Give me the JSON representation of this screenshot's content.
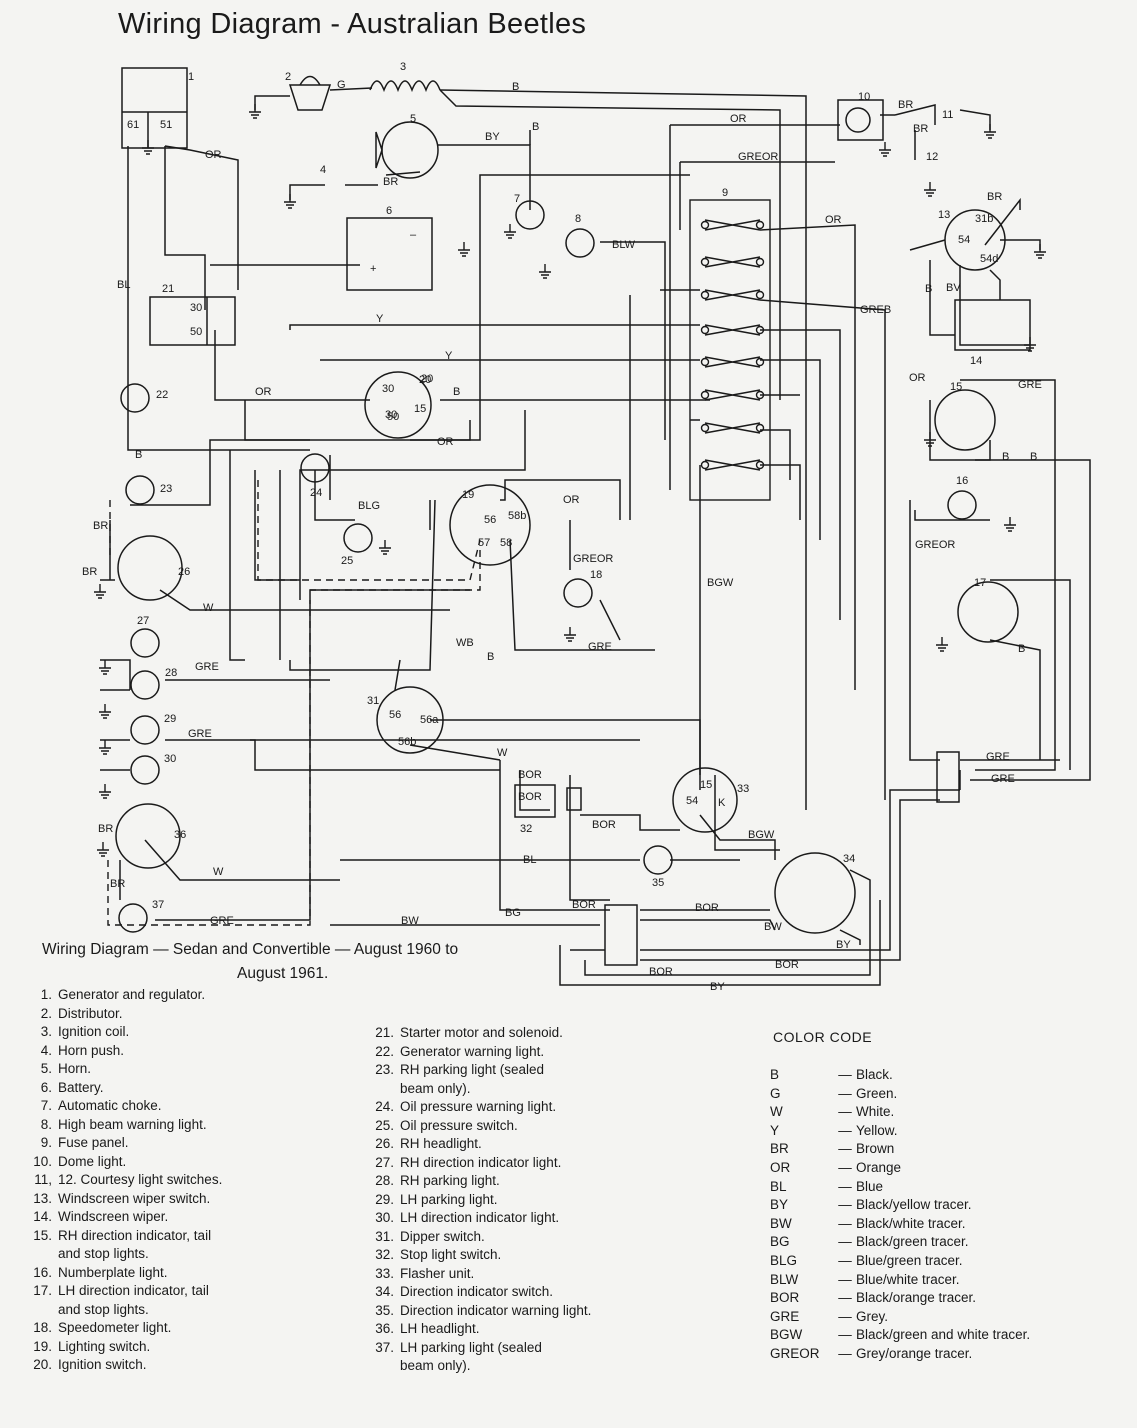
{
  "title": "Wiring Diagram - Australian Beetles",
  "caption": {
    "line1": "Wiring Diagram — Sedan and Convertible — August 1960 to",
    "line2": "August 1961."
  },
  "legend_left": [
    {
      "n": "1.",
      "text": "Generator and regulator."
    },
    {
      "n": "2.",
      "text": "Distributor."
    },
    {
      "n": "3.",
      "text": "Ignition coil."
    },
    {
      "n": "4.",
      "text": "Horn push."
    },
    {
      "n": "5.",
      "text": "Horn."
    },
    {
      "n": "6.",
      "text": "Battery."
    },
    {
      "n": "7.",
      "text": "Automatic choke."
    },
    {
      "n": "8.",
      "text": "High beam warning light."
    },
    {
      "n": "9.",
      "text": "Fuse panel."
    },
    {
      "n": "10.",
      "text": "Dome light."
    },
    {
      "n": "11,",
      "text": "12. Courtesy light switches."
    },
    {
      "n": "13.",
      "text": "Windscreen wiper switch."
    },
    {
      "n": "14.",
      "text": "Windscreen wiper."
    },
    {
      "n": "15.",
      "text": "RH direction indicator, tail"
    },
    {
      "n": "",
      "text": "and stop lights."
    },
    {
      "n": "16.",
      "text": "Numberplate light."
    },
    {
      "n": "17.",
      "text": "LH direction indicator, tail"
    },
    {
      "n": "",
      "text": "and stop lights."
    },
    {
      "n": "18.",
      "text": "Speedometer light."
    },
    {
      "n": "19.",
      "text": "Lighting switch."
    },
    {
      "n": "20.",
      "text": "Ignition switch."
    }
  ],
  "legend_right": [
    {
      "n": "21.",
      "text": "Starter motor and solenoid."
    },
    {
      "n": "22.",
      "text": "Generator warning light."
    },
    {
      "n": "23.",
      "text": "RH parking light (sealed"
    },
    {
      "n": "",
      "text": "beam only)."
    },
    {
      "n": "24.",
      "text": "Oil pressure warning light."
    },
    {
      "n": "25.",
      "text": "Oil pressure switch."
    },
    {
      "n": "26.",
      "text": "RH headlight."
    },
    {
      "n": "27.",
      "text": "RH direction indicator light."
    },
    {
      "n": "28.",
      "text": "RH parking light."
    },
    {
      "n": "29.",
      "text": "LH parking light."
    },
    {
      "n": "30.",
      "text": "LH direction indicator light."
    },
    {
      "n": "31.",
      "text": "Dipper switch."
    },
    {
      "n": "32.",
      "text": "Stop light switch."
    },
    {
      "n": "33.",
      "text": "Flasher unit."
    },
    {
      "n": "34.",
      "text": "Direction indicator switch."
    },
    {
      "n": "35.",
      "text": "Direction indicator warning light."
    },
    {
      "n": "36.",
      "text": "LH headlight."
    },
    {
      "n": "37.",
      "text": "LH parking light (sealed"
    },
    {
      "n": "",
      "text": "beam only)."
    }
  ],
  "color_code": {
    "title": "COLOR CODE",
    "entries": [
      {
        "code": "B",
        "name": "Black."
      },
      {
        "code": "G",
        "name": "Green."
      },
      {
        "code": "W",
        "name": "White."
      },
      {
        "code": "Y",
        "name": "Yellow."
      },
      {
        "code": "BR",
        "name": "Brown"
      },
      {
        "code": "OR",
        "name": "Orange"
      },
      {
        "code": "BL",
        "name": "Blue"
      },
      {
        "code": "BY",
        "name": "Black/yellow tracer."
      },
      {
        "code": "BW",
        "name": "Black/white tracer."
      },
      {
        "code": "BG",
        "name": "Black/green tracer."
      },
      {
        "code": "BLG",
        "name": "Blue/green tracer."
      },
      {
        "code": "BLW",
        "name": "Blue/white tracer."
      },
      {
        "code": "BOR",
        "name": "Black/orange tracer."
      },
      {
        "code": "GRE",
        "name": "Grey."
      },
      {
        "code": "BGW",
        "name": "Black/green and white tracer."
      },
      {
        "code": "GREOR",
        "name": "Grey/orange tracer."
      }
    ]
  },
  "diagram": {
    "component_numbers": [
      "1",
      "2",
      "3",
      "4",
      "5",
      "6",
      "7",
      "8",
      "9",
      "10",
      "11",
      "12",
      "13",
      "14",
      "15",
      "16",
      "17",
      "18",
      "19",
      "20",
      "21",
      "22",
      "23",
      "24",
      "25",
      "26",
      "27",
      "28",
      "29",
      "30",
      "31",
      "32",
      "33",
      "34",
      "35",
      "36",
      "37"
    ],
    "terminal_labels": [
      "61",
      "51",
      "30",
      "50",
      "30",
      "50",
      "15",
      "20",
      "31b",
      "54",
      "54d",
      "30",
      "56",
      "58b",
      "57",
      "58",
      "56",
      "56a",
      "56b",
      "15",
      "54",
      "K",
      "+",
      "–"
    ],
    "wire_labels": [
      "G",
      "B",
      "B",
      "BY",
      "BR",
      "OR",
      "OR",
      "BL",
      "GREOR",
      "OR",
      "BLW",
      "GREB",
      "Y",
      "Y",
      "OR",
      "B",
      "OR",
      "B",
      "BLG",
      "BR",
      "BR",
      "W",
      "OR",
      "GREOR",
      "BGW",
      "WB",
      "B",
      "GRE",
      "GRE",
      "GRE",
      "W",
      "BOR",
      "BOR",
      "BOR",
      "BL",
      "BGW",
      "BG",
      "BOR",
      "BOR",
      "BW",
      "BY",
      "BOR",
      "BOR",
      "BY",
      "BR",
      "BR",
      "GRE",
      "W",
      "BR",
      "BR",
      "B",
      "BV",
      "B",
      "BR",
      "OR",
      "GRE",
      "B",
      "GREOR",
      "B",
      "GRE",
      "GRE",
      "BW"
    ]
  }
}
